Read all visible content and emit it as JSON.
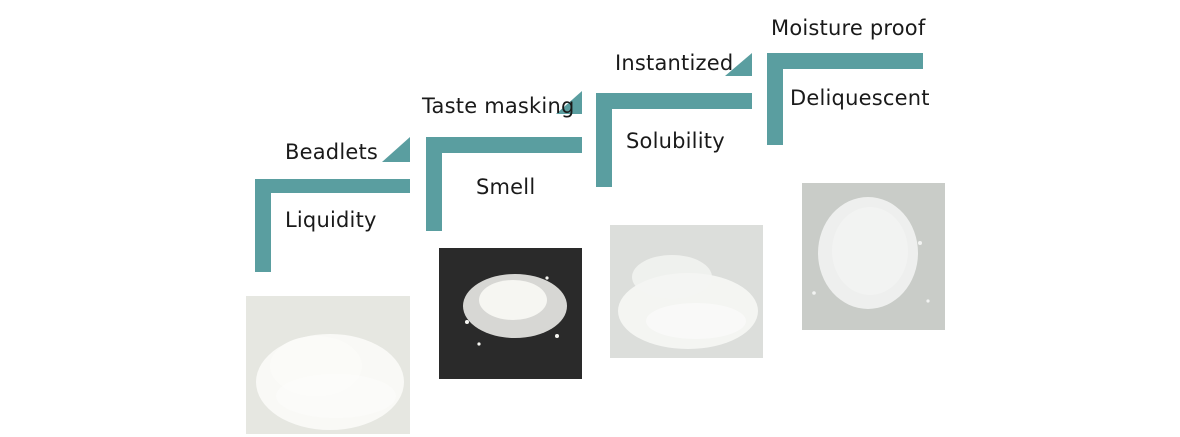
{
  "steps": [
    {
      "top_label": "Beadlets",
      "bottom_label": "Liquidity"
    },
    {
      "top_label": "Taste masking",
      "bottom_label": "Smell"
    },
    {
      "top_label": "Instantized",
      "bottom_label": "Solubility"
    },
    {
      "top_label": "Moisture proof",
      "bottom_label": "Deliquescent"
    }
  ],
  "colors": {
    "connector": "#5a9ea0",
    "background": "#ffffff",
    "text": "#1a1a1a"
  },
  "photos": [
    {
      "background": "#e6e7e1",
      "powder": "#fbfbf8"
    },
    {
      "background": "#2a2a2a",
      "powder": "#f6f6f2"
    },
    {
      "background": "#dcdedb",
      "powder": "#f4f5f3"
    },
    {
      "background": "#c9ccc8",
      "powder": "#f2f3f2"
    }
  ]
}
